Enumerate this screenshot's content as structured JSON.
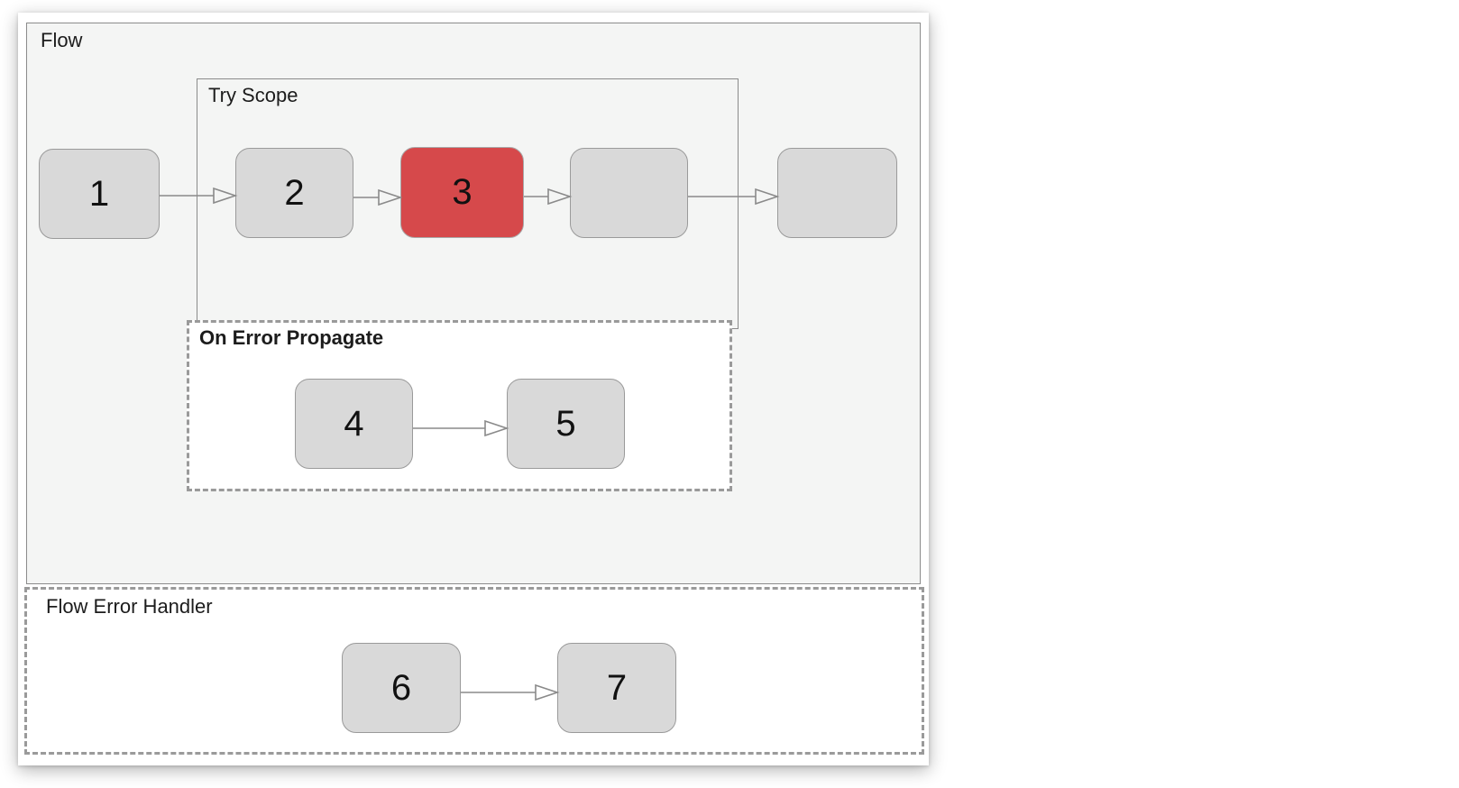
{
  "colors": {
    "canvas_bg": "#ffffff",
    "flow_bg": "#f4f5f4",
    "container_border": "#8b8b8b",
    "dashed_border": "#9a9a9a",
    "node_fill": "#d9d9d9",
    "node_border": "#9a9a9a",
    "error_node_fill": "#d6494b",
    "arrow": "#8a8a8a",
    "text": "#1c1c1c"
  },
  "containers": {
    "flow": {
      "label": "Flow"
    },
    "try_scope": {
      "label": "Try Scope"
    },
    "on_error_propagate": {
      "label": "On Error Propagate"
    },
    "flow_error_handler": {
      "label": "Flow Error Handler"
    }
  },
  "nodes": [
    {
      "id": "step-1",
      "label": "1",
      "container": "flow",
      "state": "normal"
    },
    {
      "id": "step-2",
      "label": "2",
      "container": "try-scope",
      "state": "normal"
    },
    {
      "id": "step-3",
      "label": "3",
      "container": "try-scope",
      "state": "error"
    },
    {
      "id": "step-unlabeled-try",
      "label": "",
      "container": "try-scope",
      "state": "normal"
    },
    {
      "id": "step-unlabeled-flow",
      "label": "",
      "container": "flow",
      "state": "normal"
    },
    {
      "id": "step-4",
      "label": "4",
      "container": "on-error-propagate",
      "state": "normal"
    },
    {
      "id": "step-5",
      "label": "5",
      "container": "on-error-propagate",
      "state": "normal"
    },
    {
      "id": "step-6",
      "label": "6",
      "container": "flow-error-handler",
      "state": "normal"
    },
    {
      "id": "step-7",
      "label": "7",
      "container": "flow-error-handler",
      "state": "normal"
    }
  ]
}
